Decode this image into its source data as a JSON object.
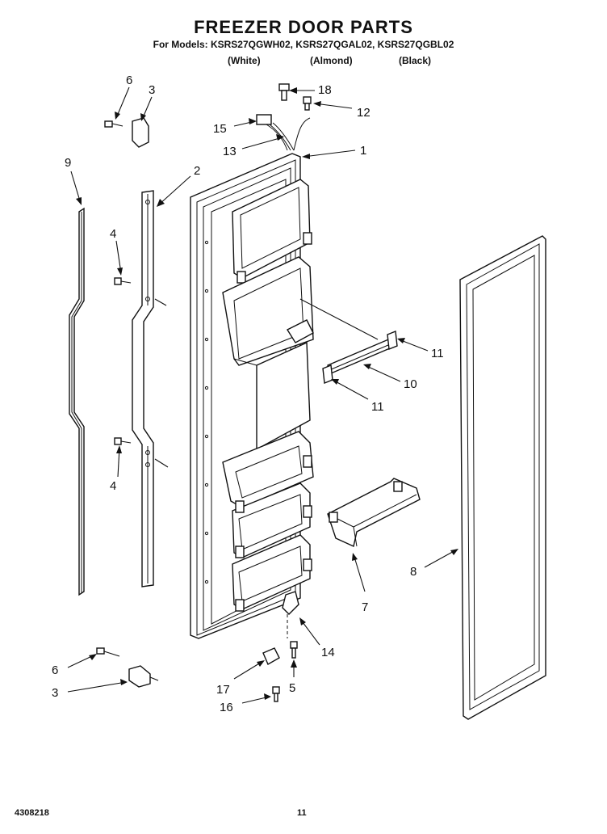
{
  "header": {
    "title": "FREEZER DOOR PARTS",
    "models": "For Models: KSRS27QGWH02, KSRS27QGAL02, KSRS27QGBL02",
    "variants": [
      "(White)",
      "(Almond)",
      "(Black)"
    ]
  },
  "callouts": {
    "c1": "1",
    "c2": "2",
    "c3a": "3",
    "c3b": "3",
    "c4a": "4",
    "c4b": "4",
    "c5": "5",
    "c6a": "6",
    "c6b": "6",
    "c7": "7",
    "c8": "8",
    "c9": "9",
    "c10": "10",
    "c11a": "11",
    "c11b": "11",
    "c12": "12",
    "c13": "13",
    "c14": "14",
    "c15": "15",
    "c16": "16",
    "c17": "17",
    "c18": "18"
  },
  "footer": {
    "doc_number": "4308218",
    "page_number": "11"
  }
}
